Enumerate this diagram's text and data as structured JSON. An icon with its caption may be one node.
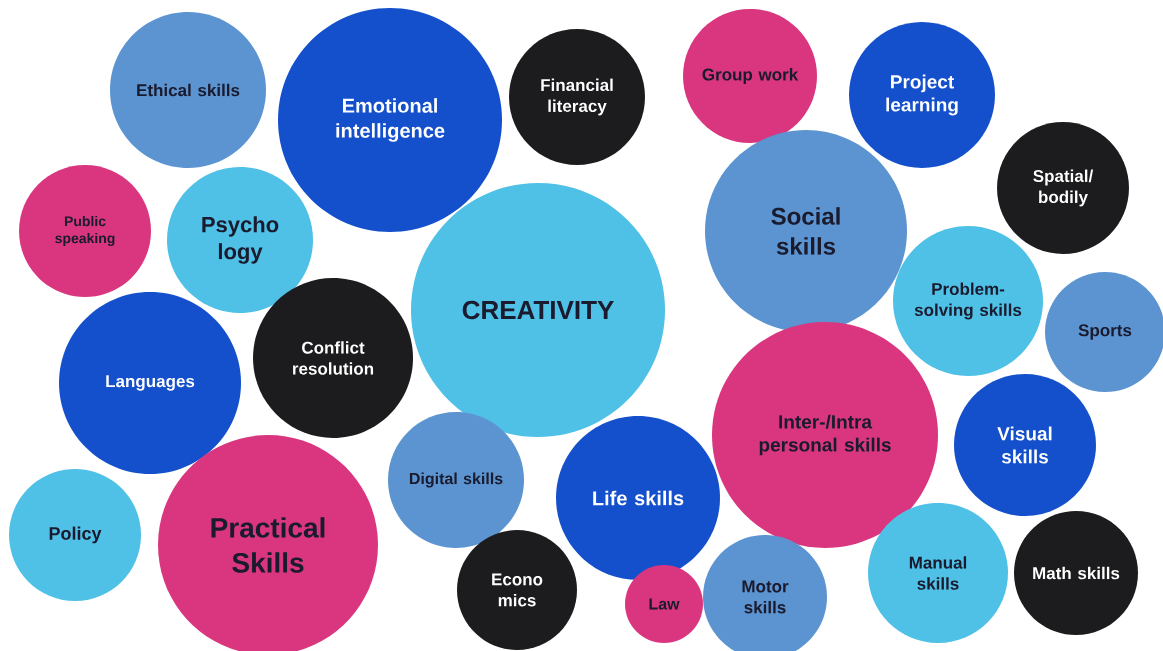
{
  "diagram": {
    "nodes": [
      {
        "text": [
          "Ethical skills"
        ]
      },
      {
        "text": [
          "Emotional intelligence"
        ]
      },
      {
        "text": [
          "Financial literacy"
        ]
      },
      {
        "text": [
          "Group work"
        ]
      },
      {
        "text": [
          "Project learning"
        ]
      },
      {
        "text": [
          "Public speaking"
        ]
      },
      {
        "text": [
          "Psycho logy"
        ]
      },
      {
        "text": [
          "Social skills"
        ]
      },
      {
        "text": [
          "Spatial/ bodily"
        ]
      },
      {
        "text": [
          "CREATIVITY"
        ]
      },
      {
        "text": [
          "Conflict resolution"
        ]
      },
      {
        "text": [
          "Languages"
        ]
      },
      {
        "text": [
          "Problem-solving skills"
        ]
      },
      {
        "text": [
          "Sports"
        ]
      },
      {
        "text": [
          "Inter-/Intra personal skills"
        ]
      },
      {
        "text": [
          "Visual skills"
        ]
      },
      {
        "text": [
          "Digital skills"
        ]
      },
      {
        "text": [
          "Life skills"
        ]
      },
      {
        "text": [
          "Policy"
        ]
      },
      {
        "text": [
          "Practical Skills"
        ]
      },
      {
        "text": [
          "Econo mics"
        ]
      },
      {
        "text": [
          "Law"
        ]
      },
      {
        "text": [
          "Motor skills"
        ]
      },
      {
        "text": [
          "Manual skills"
        ]
      },
      {
        "text": [
          "Math skills"
        ]
      }
    ]
  }
}
